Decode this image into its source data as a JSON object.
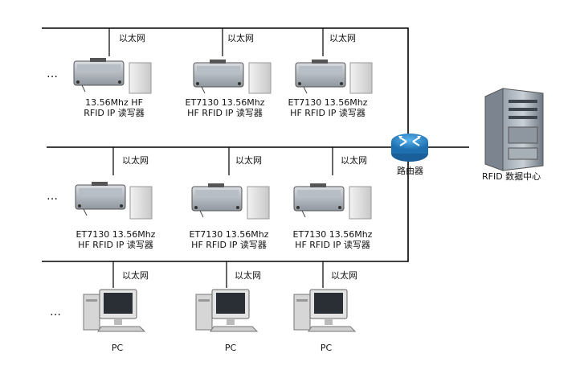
{
  "diagram": {
    "ethernet_label": "以太网",
    "router_label": "路由器",
    "server_label": "RFID 数据中心",
    "ellipsis": "…",
    "row1": [
      {
        "line1": "13.56Mhz HF",
        "line2": "RFID IP 读写器"
      },
      {
        "line1": "ET7130 13.56Mhz",
        "line2": "HF RFID IP 读写器"
      },
      {
        "line1": "ET7130 13.56Mhz",
        "line2": "HF RFID IP 读写器"
      }
    ],
    "row2": [
      {
        "line1": "ET7130 13.56Mhz",
        "line2": "HF RFID IP 读写器"
      },
      {
        "line1": "ET7130 13.56Mhz",
        "line2": "HF RFID IP 读写器"
      },
      {
        "line1": "ET7130 13.56Mhz",
        "line2": "HF RFID IP 读写器"
      }
    ],
    "pcs": [
      {
        "label": "PC"
      },
      {
        "label": "PC"
      },
      {
        "label": "PC"
      }
    ]
  }
}
